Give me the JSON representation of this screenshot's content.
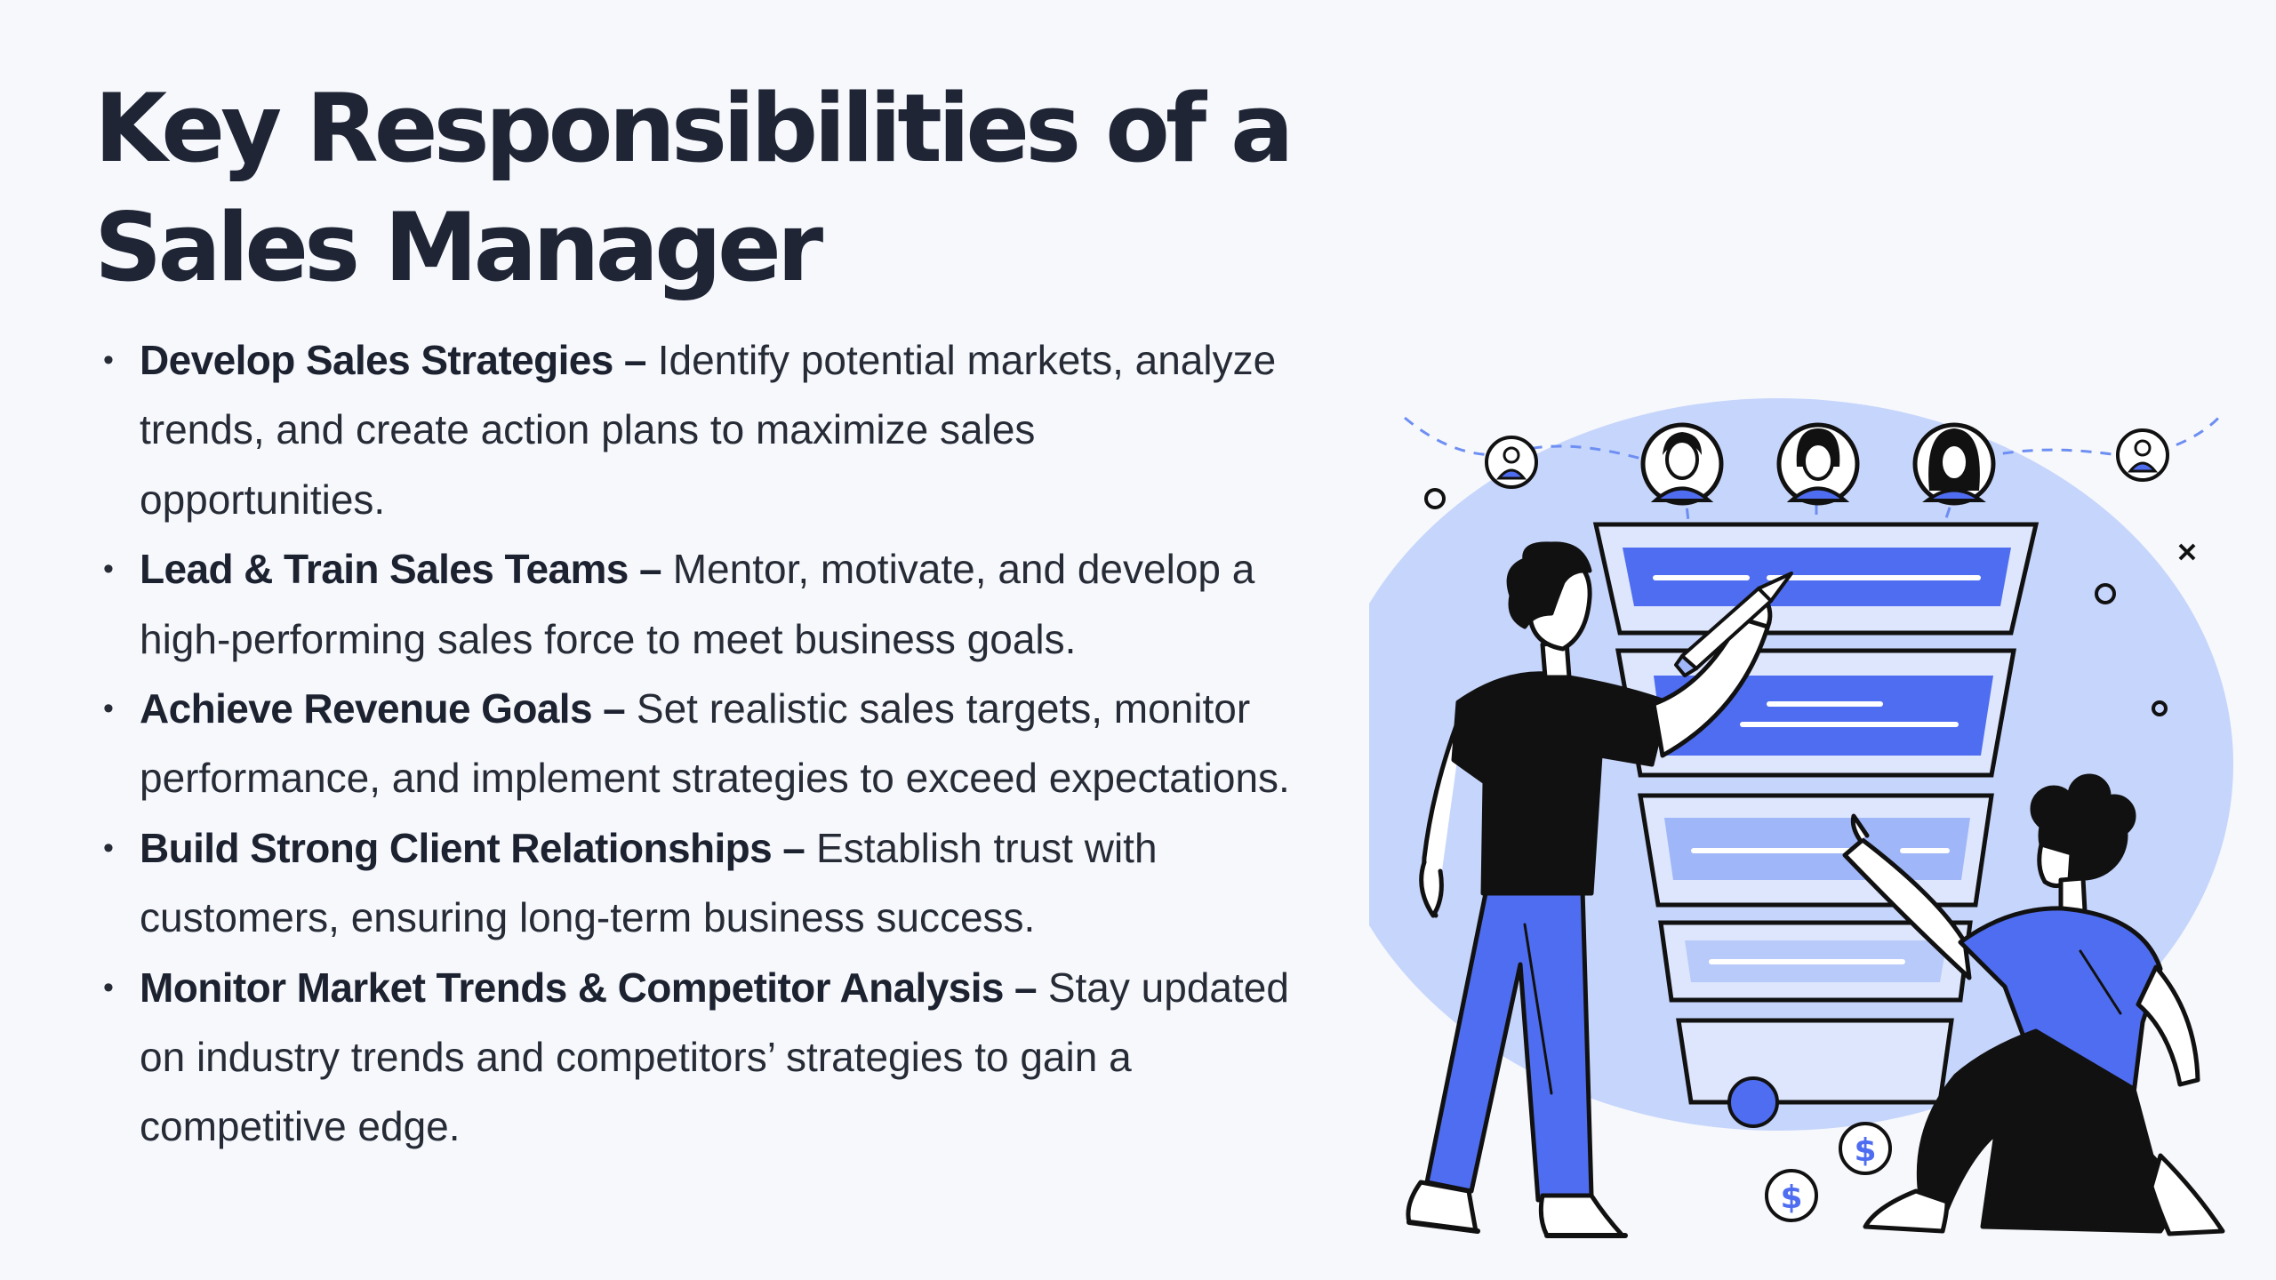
{
  "slide": {
    "title": "Key Responsibilities of a Sales Manager"
  },
  "bullets": [
    {
      "heading": "Develop Sales Strategies –",
      "body": "Identify potential markets, analyze trends, and create action plans to maximize sales opportunities."
    },
    {
      "heading": "Lead & Train Sales Teams –",
      "body": "Mentor, motivate, and develop a high-performing sales force to meet business goals."
    },
    {
      "heading": "Achieve Revenue Goals –",
      "body": "Set realistic sales targets, monitor performance, and implement strategies to exceed expectations."
    },
    {
      "heading": "Build Strong Client Relationships –",
      "body": "Establish trust with customers, ensuring long-term business success."
    },
    {
      "heading": "Monitor Market Trends & Competitor Analysis –",
      "body": "Stay updated on industry trends and competitors’ strategies to gain a competitive edge."
    }
  ],
  "illustration": {
    "subject": "sales-funnel-team-illustration",
    "coin_symbol": "$",
    "colors": {
      "accent_blue": "#4f6df0",
      "light_blue": "#c6d5fb",
      "pale_blue": "#dde6fd",
      "outline": "#111111"
    }
  }
}
